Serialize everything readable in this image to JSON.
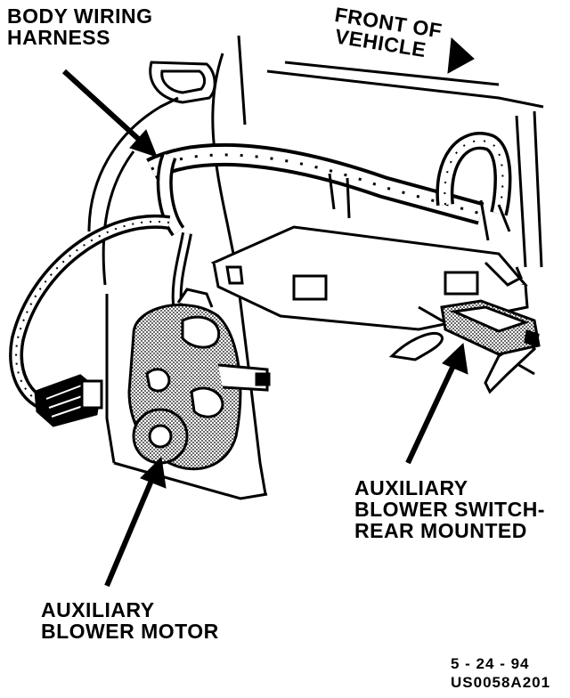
{
  "labels": {
    "body_harness": [
      "BODY WIRING",
      "HARNESS"
    ],
    "front_vehicle": [
      "FRONT OF",
      "VEHICLE"
    ],
    "aux_switch": [
      "AUXILIARY",
      "BLOWER SWITCH-",
      "REAR MOUNTED"
    ],
    "aux_motor": [
      "AUXILIARY",
      "BLOWER MOTOR"
    ],
    "date": "5 - 24 - 94",
    "figure_code": "US0058A201"
  },
  "colors": {
    "ink": "#000000",
    "paper": "#ffffff"
  }
}
